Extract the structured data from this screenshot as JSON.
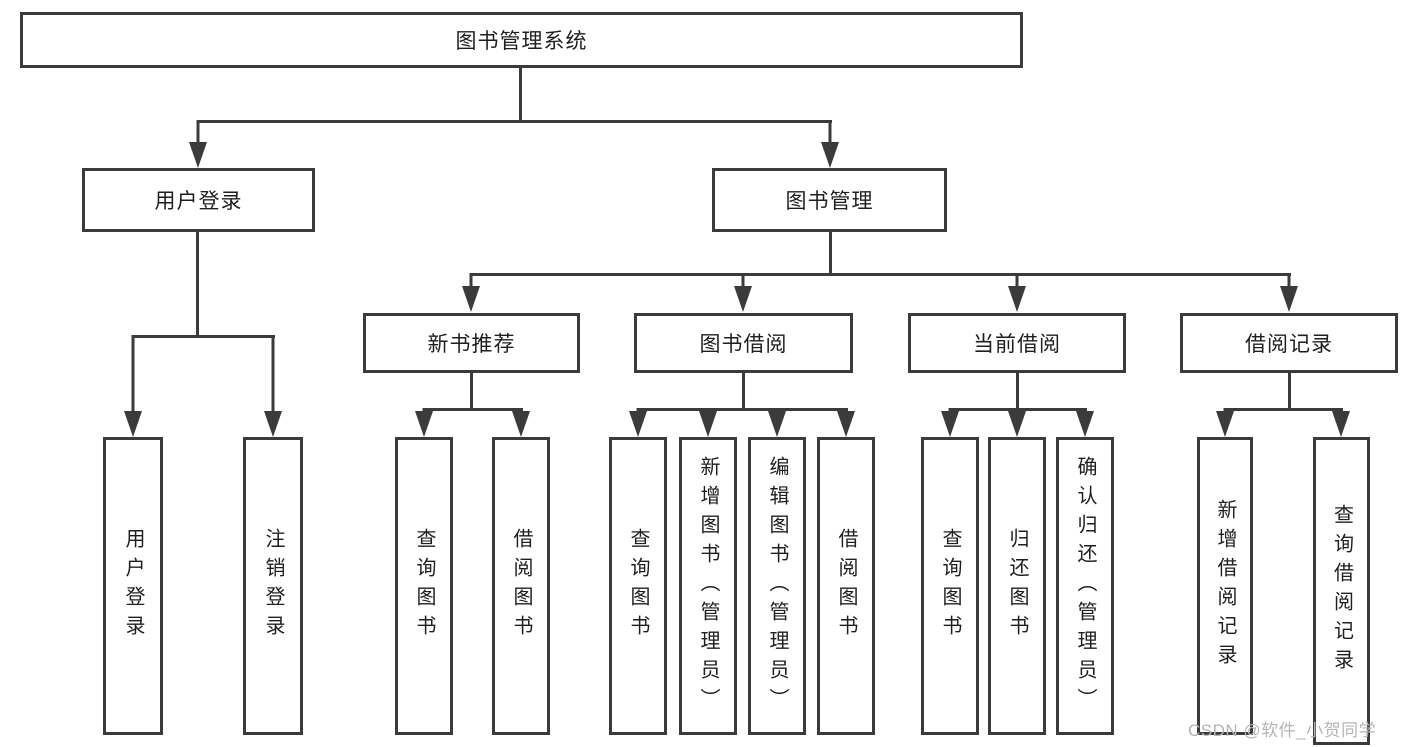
{
  "diagram": {
    "title": "图书管理系统",
    "tree": {
      "label": "图书管理系统",
      "children": [
        {
          "label": "用户登录",
          "children": [
            {
              "label": "用户登录"
            },
            {
              "label": "注销登录"
            }
          ]
        },
        {
          "label": "图书管理",
          "children": [
            {
              "label": "新书推荐",
              "children": [
                {
                  "label": "查询图书"
                },
                {
                  "label": "借阅图书"
                }
              ]
            },
            {
              "label": "图书借阅",
              "children": [
                {
                  "label": "查询图书"
                },
                {
                  "label": "新增图书（管理员）"
                },
                {
                  "label": "编辑图书（管理员）"
                },
                {
                  "label": "借阅图书"
                }
              ]
            },
            {
              "label": "当前借阅",
              "children": [
                {
                  "label": "查询图书"
                },
                {
                  "label": "归还图书"
                },
                {
                  "label": "确认归还（管理员）"
                }
              ]
            },
            {
              "label": "借阅记录",
              "children": [
                {
                  "label": "新增借阅记录"
                },
                {
                  "label": "查询借阅记录"
                }
              ]
            }
          ]
        }
      ]
    },
    "watermark": "CSDN @软件_小贺同学",
    "colors": {
      "line": "#3b3b3b",
      "text": "#1f1f1f",
      "background": "#ffffff",
      "watermark": "#b5b5b9"
    }
  }
}
